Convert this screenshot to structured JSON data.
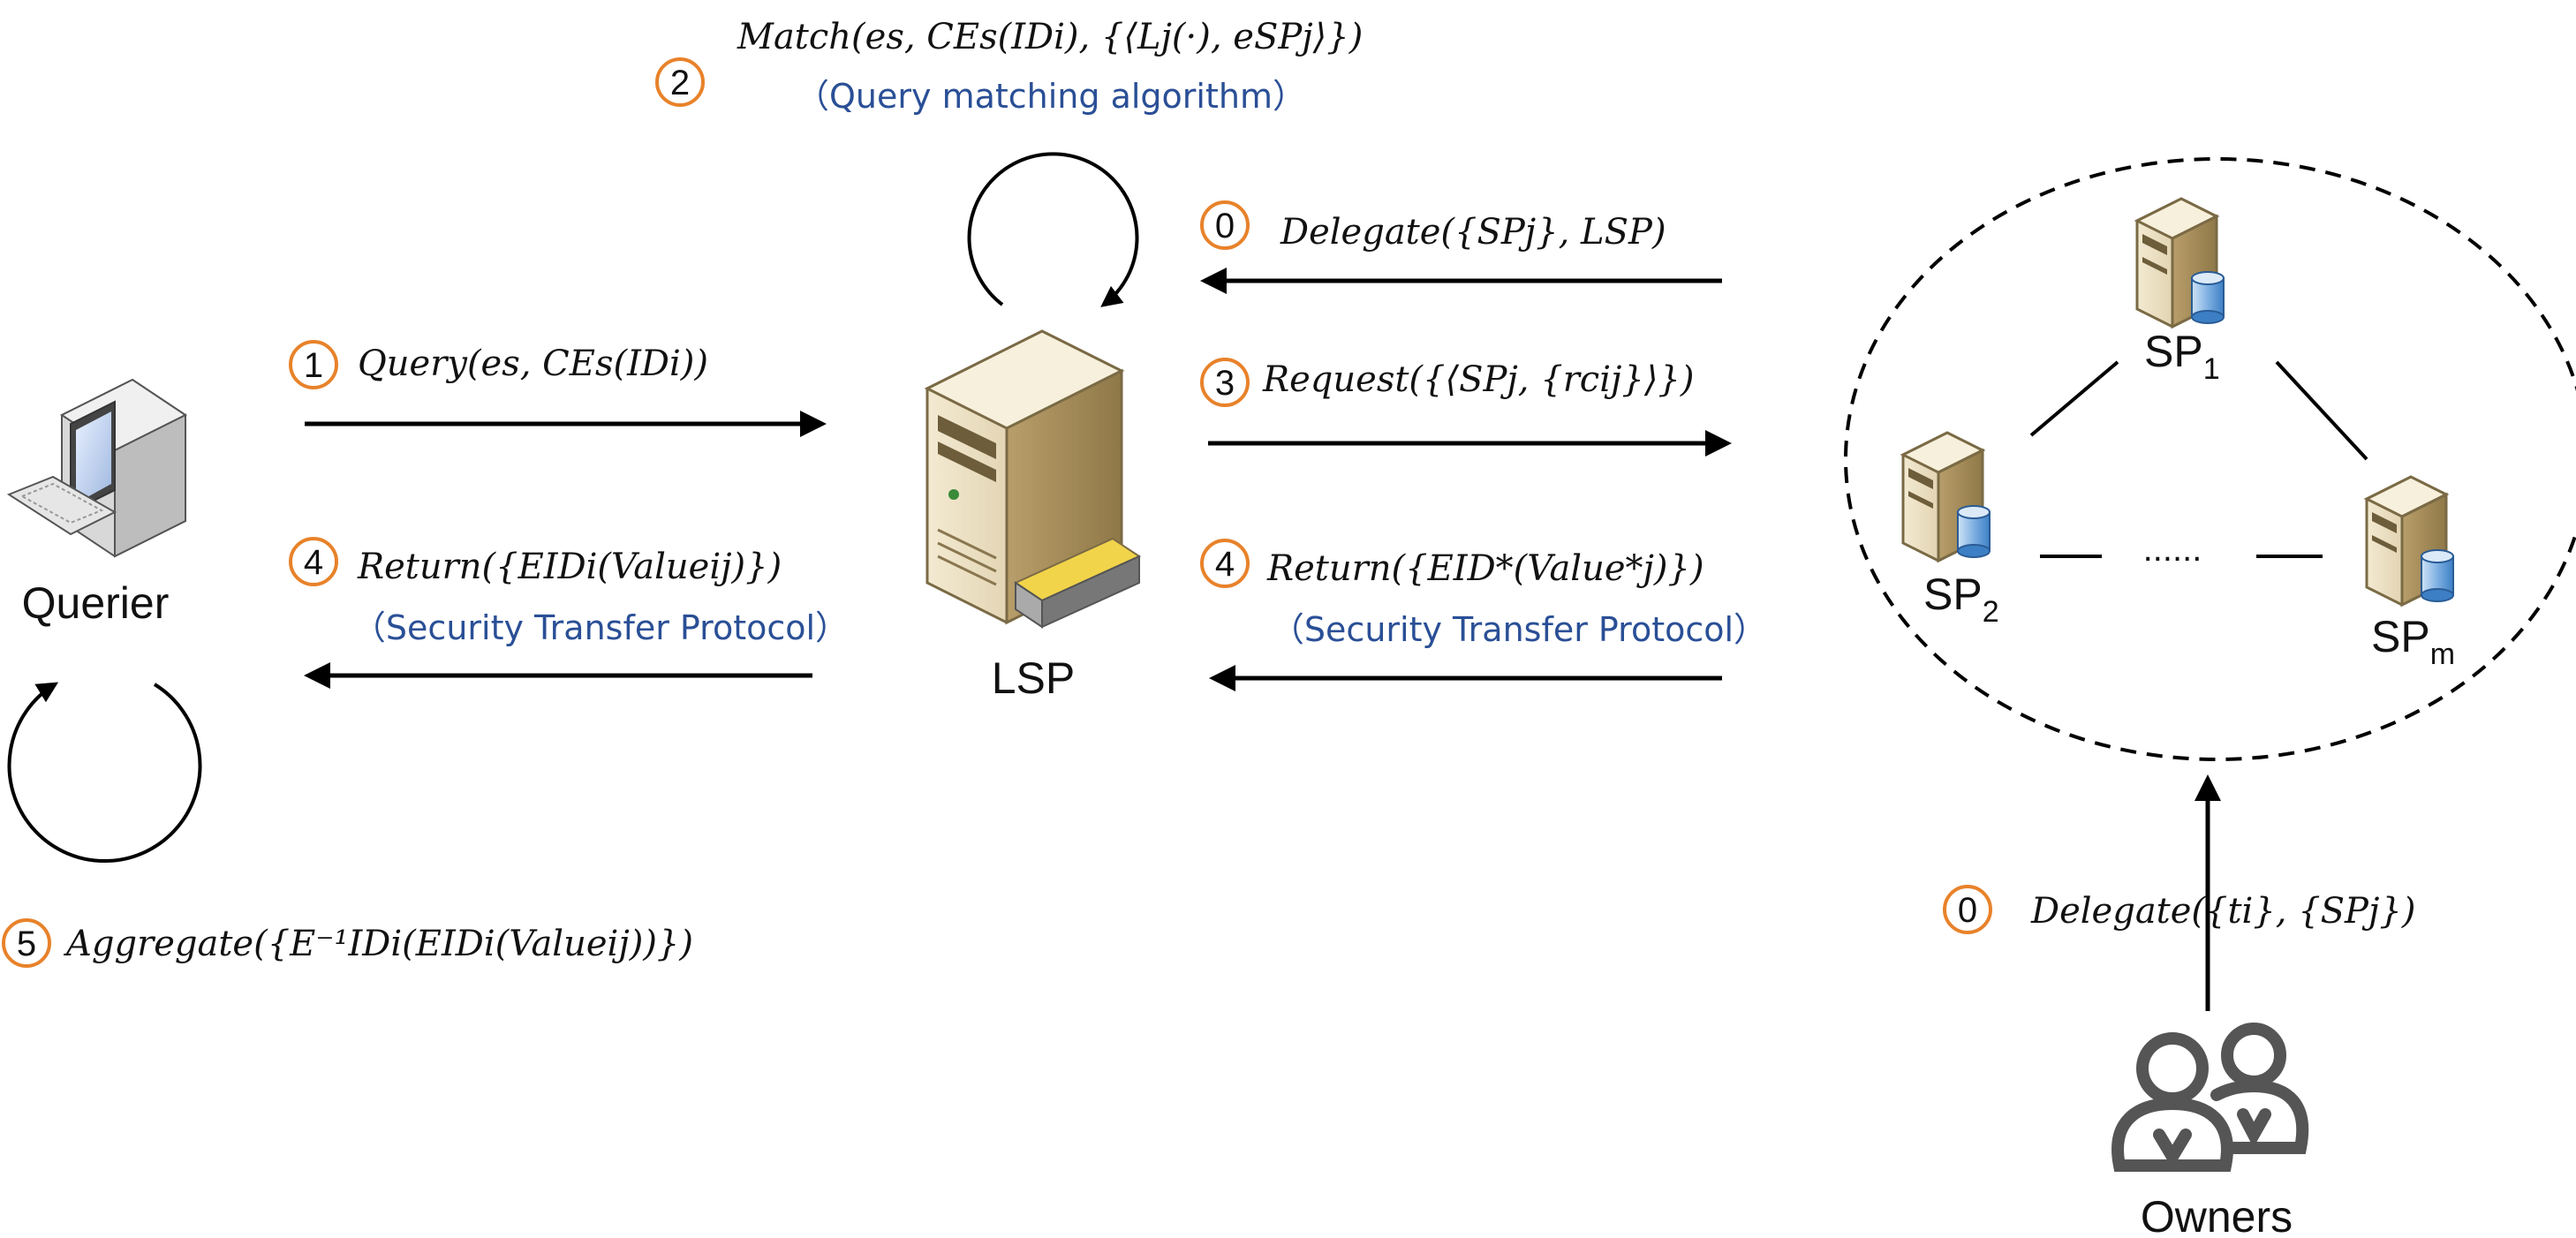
{
  "nodes": {
    "querier": "Querier",
    "lsp": "LSP",
    "sp1": "SP",
    "sp1_sub": "1",
    "sp2": "SP",
    "sp2_sub": "2",
    "spm": "SP",
    "spm_sub": "m",
    "sp_dots": "......",
    "owners": "Owners"
  },
  "steps": {
    "s0a": {
      "num": "0",
      "text": "Delegate({SPj}, LSP)"
    },
    "s0b": {
      "num": "0",
      "text": "Delegate({ti}, {SPj})"
    },
    "s1": {
      "num": "1",
      "text": "Query(es, CEs(IDi))"
    },
    "s2": {
      "num": "2",
      "text": "Match(es, CEs(IDi), {⟨Lj(·), eSPj⟩})",
      "subtitle": "（Query matching algorithm）"
    },
    "s3": {
      "num": "3",
      "text": "Request({⟨SPj, {rcij}⟩})"
    },
    "s4a": {
      "num": "4",
      "text": "Return({EIDi(Valueij)})",
      "subtitle": "（Security Transfer Protocol）"
    },
    "s4b": {
      "num": "4",
      "text": "Return({EID*(Value*j)})",
      "subtitle": "（Security Transfer Protocol）"
    },
    "s5": {
      "num": "5",
      "text": "Aggregate({E⁻¹IDi(EIDi(Valueij))})"
    }
  },
  "colors": {
    "badge": "#e8822a",
    "subtitle": "#2a4f96",
    "server": "#d9c9a0"
  },
  "icons": [
    "computer-icon",
    "server-icon",
    "database-icon",
    "users-icon"
  ]
}
